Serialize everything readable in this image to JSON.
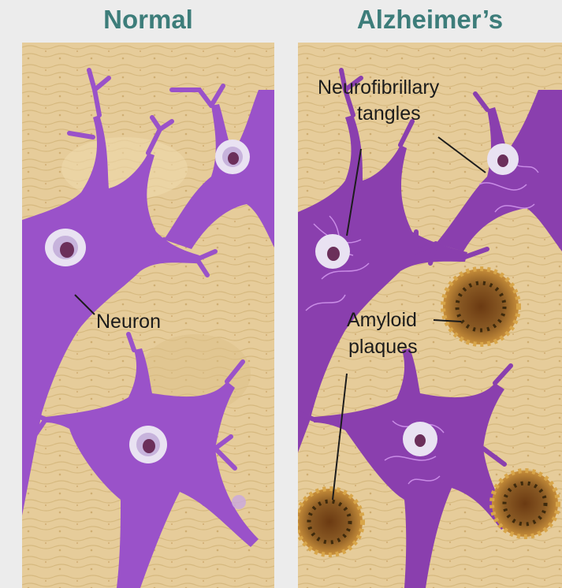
{
  "titles": {
    "normal": "Normal",
    "alzheimers": "Alzheimer’s"
  },
  "labels": {
    "neuron": "Neuron",
    "tangles_line1": "Neurofibrillary",
    "tangles_line2": "tangles",
    "plaques_line1": "Amyloid",
    "plaques_line2": "plaques"
  },
  "colors": {
    "title": "#3d7d7a",
    "tissue": "#e6cc9a",
    "neuron": "#9a52c9",
    "neuron_diseased": "#8a3fae",
    "nucleus": "#e9e2f2",
    "nucleolus": "#6b2f5a",
    "plaque": "#8a5a24"
  }
}
